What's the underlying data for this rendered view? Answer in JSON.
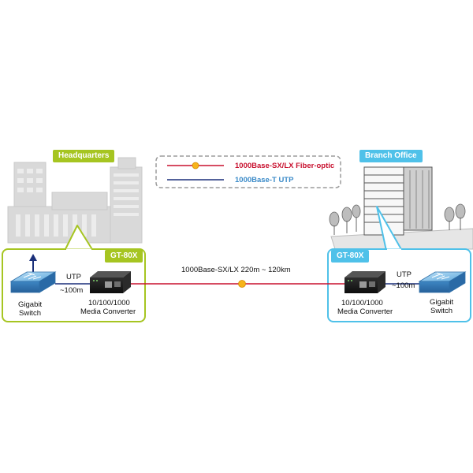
{
  "colors": {
    "hq_green": "#a6c521",
    "branch_blue": "#4fc1e9",
    "fiber_red": "#c8102e",
    "utp_blue": "#1a2f7a",
    "fiber_dot": "#f6b41a",
    "legend_fiber_text": "#c8102e",
    "legend_utp_text": "#3a8ac8"
  },
  "headquarters": {
    "title": "Headquarters",
    "model": "GT-80X",
    "switch_label_1": "Gigabit",
    "switch_label_2": "Switch",
    "utp_label": "UTP",
    "utp_distance": "~100m",
    "converter_label_1": "10/100/1000",
    "converter_label_2": "Media Converter"
  },
  "branch": {
    "title": "Branch Office",
    "model": "GT-80X",
    "switch_label_1": "Gigabit",
    "switch_label_2": "Switch",
    "utp_label": "UTP",
    "utp_distance": "~100m",
    "converter_label_1": "10/100/1000",
    "converter_label_2": "Media Converter"
  },
  "link": {
    "label": "1000Base-SX/LX 220m ~ 120km"
  },
  "legend": {
    "fiber": "1000Base-SX/LX Fiber-optic",
    "utp": "1000Base-T UTP"
  },
  "icons": {
    "building": "office-building-icon",
    "switch": "network-switch-icon",
    "converter": "media-converter-icon",
    "uplink": "up-arrow-icon"
  }
}
